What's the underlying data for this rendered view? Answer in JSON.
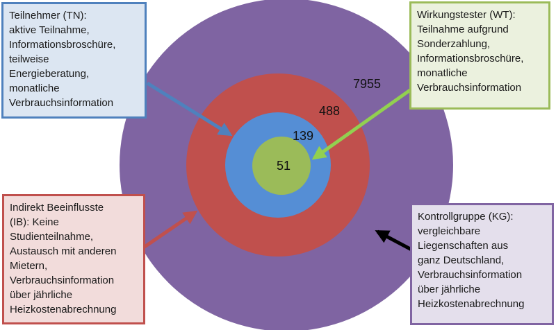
{
  "rings": [
    {
      "id": "KG",
      "count": "7955",
      "color": "#7f64a2"
    },
    {
      "id": "IB",
      "count": "488",
      "color": "#c0504d"
    },
    {
      "id": "TN",
      "count": "139",
      "color": "#558ed5"
    },
    {
      "id": "WT",
      "count": "51",
      "color": "#9bbb59"
    }
  ],
  "boxes": {
    "tn": {
      "text": "Teilnehmer (TN):\naktive Teilnahme,\nInformationsbroschüre,\nteilweise\nEnergieberatung,\nmonatliche\nVerbrauchsinformation",
      "border": "#4f81bd",
      "fill": "#dce6f2"
    },
    "wt": {
      "text": "Wirkungstester (WT):\nTeilnahme aufgrund\nSonderzahlung,\nInformationsbroschüre,\nmonatliche\nVerbrauchsinformation",
      "border": "#9bbb59",
      "fill": "#ebf1de"
    },
    "ib": {
      "text": "Indirekt Beeinflusste\n(IB): Keine\nStudienteilnahme,\nAustausch mit anderen\nMietern,\nVerbrauchsinformation\nüber jährliche\nHeizkostenabrechnung",
      "border": "#c0504d",
      "fill": "#f2dcdb"
    },
    "kg": {
      "text": "Kontrollgruppe (KG):\nvergleichbare\nLiegenschaften aus\nganz Deutschland,\nVerbrauchsinformation\nüber jährliche\nHeizkostenabrechnung",
      "border": "#8064a2",
      "fill": "#e4dfec"
    }
  },
  "arrow_colors": {
    "tn": "#4f81bd",
    "wt": "#92d050",
    "ib": "#c0504d",
    "kg": "#000000"
  }
}
